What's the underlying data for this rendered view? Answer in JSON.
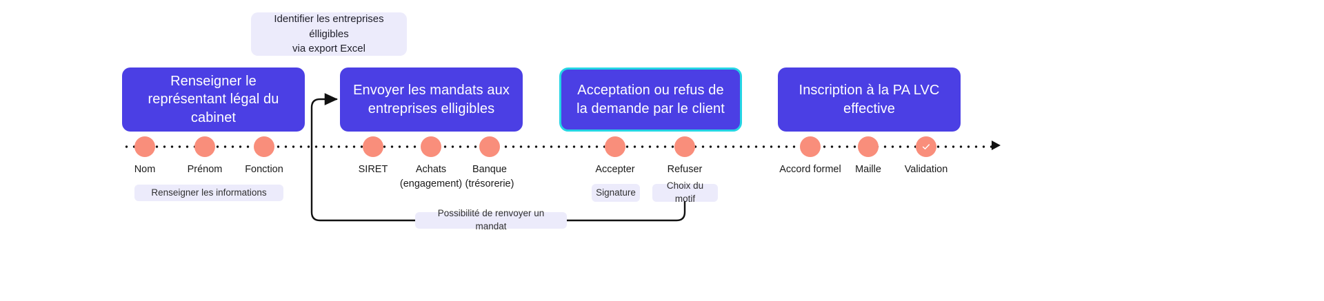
{
  "diagram": {
    "title_tooltip": {
      "text": "Identifier les entreprises élligibles\nvia export Excel"
    },
    "colors": {
      "card": "#4B3FE4",
      "card_highlight_border": "#25D5E4",
      "node": "#F98E7B",
      "chip_background": "#ECEBFB",
      "line": "#111111",
      "background": "#FFFFFF"
    },
    "cards": [
      {
        "label": "Renseigner le représentant\nlégal du cabinet",
        "highlighted": false
      },
      {
        "label": "Envoyer les mandats aux\nentreprises elligibles",
        "highlighted": false
      },
      {
        "label": "Acceptation ou refus de la\ndemande par le client",
        "highlighted": true
      },
      {
        "label": "Inscription à la PA LVC\neffective",
        "highlighted": false
      }
    ],
    "nodes": [
      {
        "label": "Nom",
        "icon": "none"
      },
      {
        "label": "Prénom",
        "icon": "none"
      },
      {
        "label": "Fonction",
        "icon": "none"
      },
      {
        "label": "SIRET",
        "icon": "none"
      },
      {
        "label": "Achats\n(engagement)",
        "icon": "none"
      },
      {
        "label": "Banque\n(trésorerie)",
        "icon": "none"
      },
      {
        "label": "Accepter",
        "icon": "none"
      },
      {
        "label": "Refuser",
        "icon": "none"
      },
      {
        "label": "Accord formel",
        "icon": "none"
      },
      {
        "label": "Maille",
        "icon": "none"
      },
      {
        "label": "Validation",
        "icon": "check-icon"
      }
    ],
    "chips": [
      {
        "text": "Renseigner les informations"
      },
      {
        "text": "Signature"
      },
      {
        "text": "Choix du motif"
      },
      {
        "text": "Possibilité de renvoyer un mandat"
      }
    ]
  }
}
